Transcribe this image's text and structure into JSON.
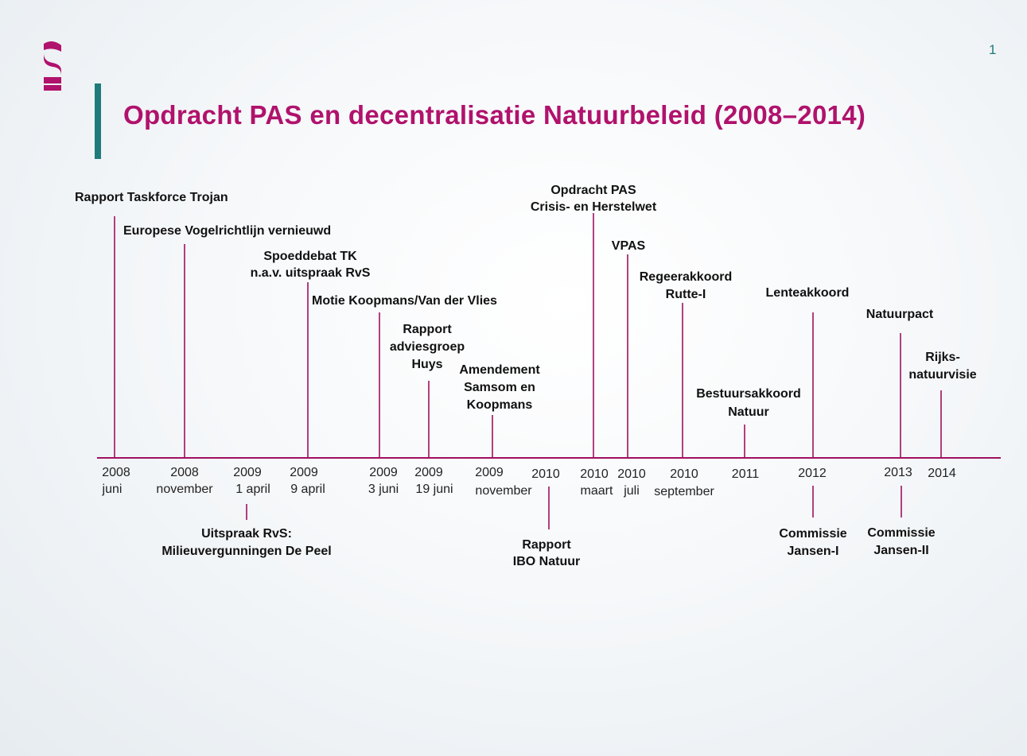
{
  "slide": {
    "page_number": "1",
    "title": "Opdracht PAS en decentralisatie Natuurbeleid (2008–2014)",
    "accent_color": "#b0126c",
    "bar_color": "#1f7b79",
    "logo_icon": "sz-logo-icon"
  },
  "timeline": {
    "ticks": [
      {
        "year": "2008",
        "sub": "juni"
      },
      {
        "year": "2008",
        "sub": "november"
      },
      {
        "year": "2009",
        "sub": "1 april"
      },
      {
        "year": "2009",
        "sub": "9 april"
      },
      {
        "year": "2009",
        "sub": "3 juni"
      },
      {
        "year": "2009",
        "sub": "19 juni"
      },
      {
        "year": "2009",
        "sub": "november"
      },
      {
        "year": "2010",
        "sub": ""
      },
      {
        "year": "2010",
        "sub": "maart"
      },
      {
        "year": "2010",
        "sub": "juli"
      },
      {
        "year": "2010",
        "sub": "september"
      },
      {
        "year": "2011",
        "sub": ""
      },
      {
        "year": "2012",
        "sub": ""
      },
      {
        "year": "2013",
        "sub": ""
      },
      {
        "year": "2014",
        "sub": ""
      }
    ],
    "events_above": [
      {
        "lines": [
          "Rapport Taskforce Trojan"
        ]
      },
      {
        "lines": [
          "Europese Vogelrichtlijn vernieuwd"
        ]
      },
      {
        "lines": [
          "Spoeddebat TK",
          "n.a.v. uitspraak RvS"
        ]
      },
      {
        "lines": [
          "Motie Koopmans/Van der Vlies"
        ]
      },
      {
        "lines": [
          "Rapport",
          "adviesgroep",
          "Huys"
        ]
      },
      {
        "lines": [
          "Amendement",
          "Samsom en",
          "Koopmans"
        ]
      },
      {
        "lines": [
          "Opdracht PAS",
          "Crisis-  en Herstelwet"
        ]
      },
      {
        "lines": [
          "VPAS"
        ]
      },
      {
        "lines": [
          "Regeerakkoord",
          "Rutte-I"
        ]
      },
      {
        "lines": [
          "Bestuursakkoord",
          "Natuur"
        ]
      },
      {
        "lines": [
          "Lenteakkoord"
        ]
      },
      {
        "lines": [
          "Natuurpact"
        ]
      },
      {
        "lines": [
          "Rijks-",
          "natuurvisie"
        ]
      }
    ],
    "events_below": [
      {
        "lines": [
          "Uitspraak RvS:",
          "Milieuvergunningen De Peel"
        ]
      },
      {
        "lines": [
          "Rapport",
          "IBO Natuur"
        ]
      },
      {
        "lines": [
          "Commissie",
          "Jansen-I"
        ]
      },
      {
        "lines": [
          "Commissie",
          "Jansen-II"
        ]
      }
    ]
  }
}
